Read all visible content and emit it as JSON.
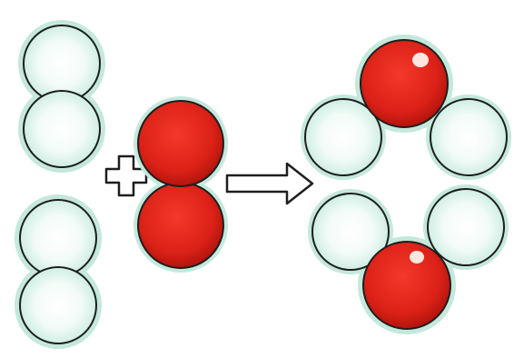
{
  "diagram": {
    "type": "chemical-reaction",
    "reactants": [
      {
        "molecule": "hydrogen",
        "atoms": [
          "H",
          "H"
        ],
        "count": 2
      },
      {
        "molecule": "oxygen",
        "atoms": [
          "O",
          "O"
        ],
        "count": 1
      }
    ],
    "products": [
      {
        "molecule": "water",
        "atoms": [
          "O",
          "H",
          "H"
        ],
        "count": 2
      }
    ],
    "operator_icon": "plus-icon",
    "arrow_icon": "arrow-right-icon"
  },
  "colors": {
    "hydrogen_fill": "#eaf7f1",
    "hydrogen_halo": "#bfe3d6",
    "oxygen_fill": "#e0241a",
    "oxygen_shadow": "#a80f0a",
    "outline": "#1e1e1e",
    "background": "#ffffff"
  }
}
